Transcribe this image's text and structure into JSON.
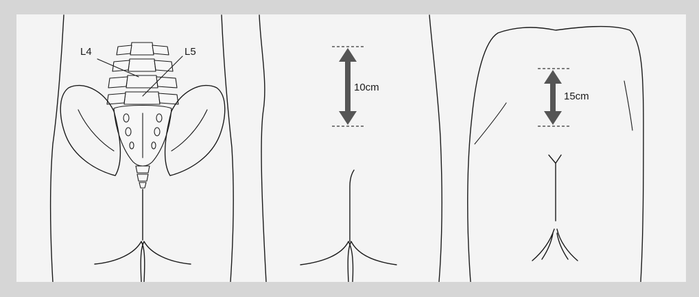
{
  "figure": {
    "panels": [
      {
        "id": "spine-view",
        "labels": [
          "L4",
          "L5"
        ]
      },
      {
        "id": "back-10cm",
        "measurement": "10cm"
      },
      {
        "id": "back-15cm",
        "measurement": "15cm"
      }
    ]
  },
  "labels": {
    "l4": "L4",
    "l5": "L5",
    "m10": "10cm",
    "m15": "15cm"
  },
  "colors": {
    "outer_frame": "#d6d6d6",
    "panel_bg": "#f4f4f4",
    "line": "#1a1a1a",
    "arrow": "#555555"
  }
}
